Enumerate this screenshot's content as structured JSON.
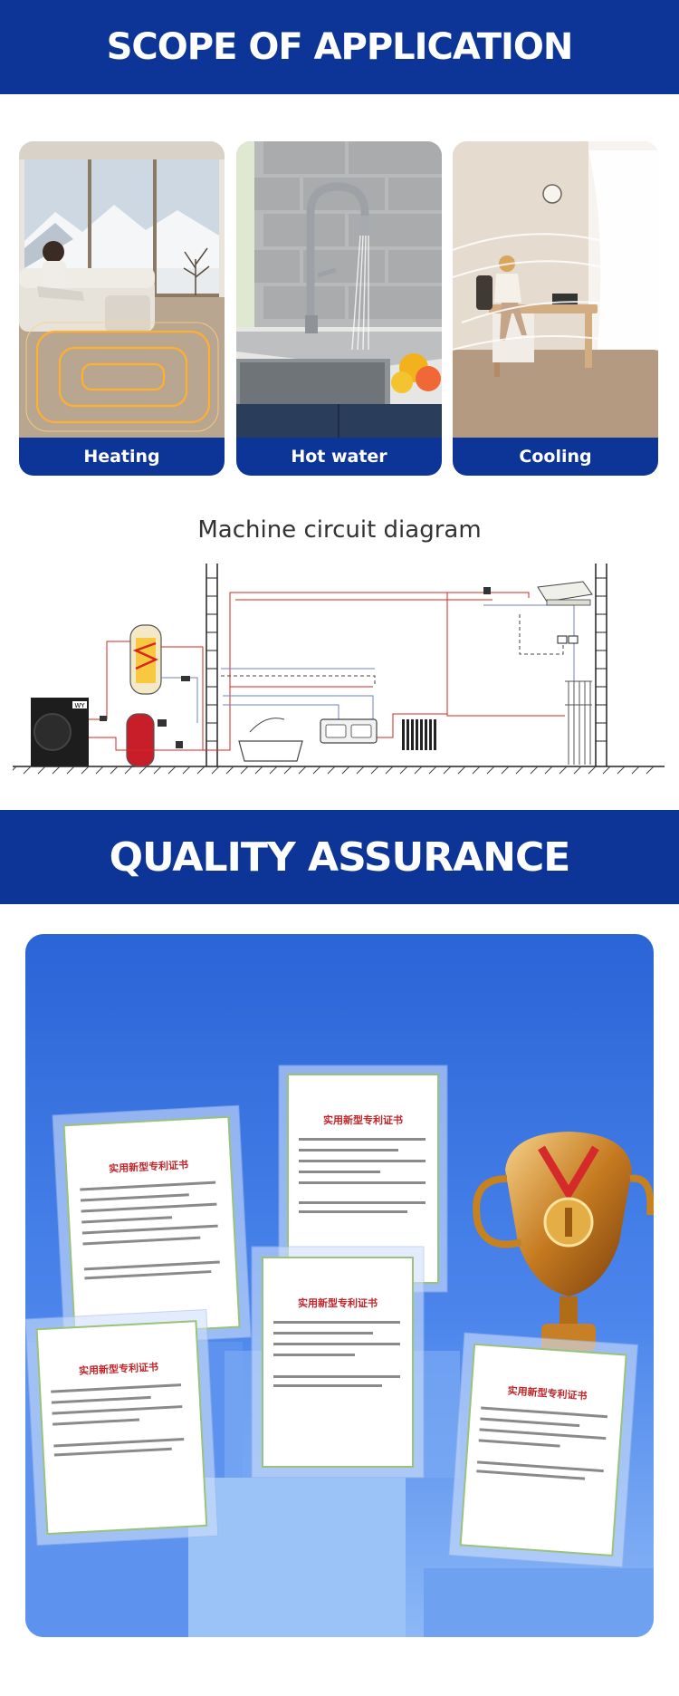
{
  "scope_banner": {
    "title": "SCOPE OF APPLICATION"
  },
  "applications": [
    {
      "label": "Heating"
    },
    {
      "label": "Hot water"
    },
    {
      "label": "Cooling"
    }
  ],
  "circuit": {
    "title": "Machine circuit diagram",
    "unit_badge": "WY"
  },
  "quality_banner": {
    "title": "QUALITY ASSURANCE"
  },
  "certificate": {
    "heading": "实用新型专利证书"
  },
  "colors": {
    "brand_blue": "#0d3597",
    "panel_blue": "#2a64d6"
  }
}
